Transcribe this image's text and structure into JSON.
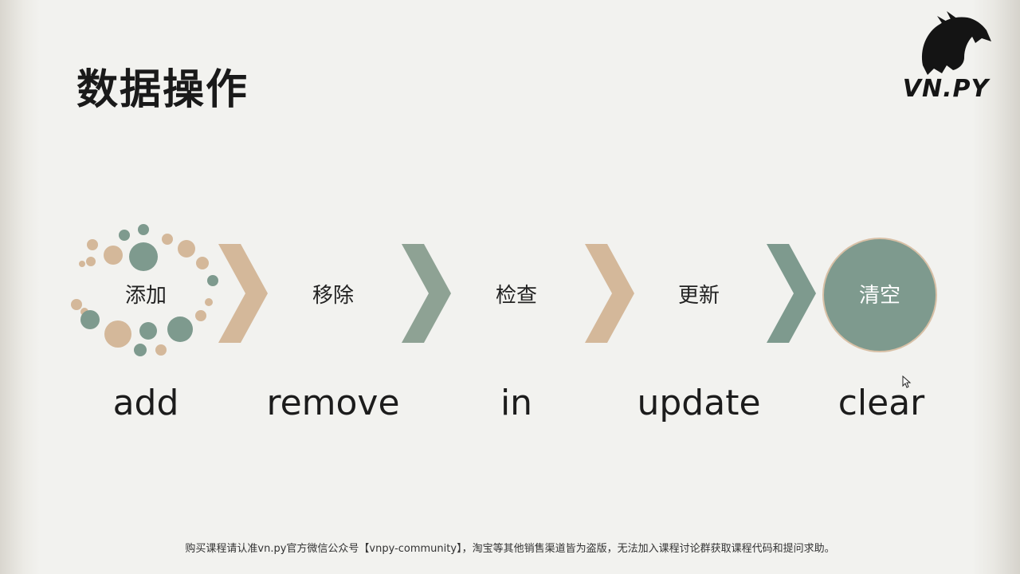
{
  "title": "数据操作",
  "logo": {
    "icon": "horse-head-icon",
    "text": "VN.PY"
  },
  "steps": [
    {
      "label": "添加",
      "method": "add"
    },
    {
      "label": "移除",
      "method": "remove"
    },
    {
      "label": "检查",
      "method": "in"
    },
    {
      "label": "更新",
      "method": "update"
    },
    {
      "label": "清空",
      "method": "clear"
    }
  ],
  "colors": {
    "tan": "#d4b89a",
    "sage": "#7e9a8e",
    "text": "#1c1c1c"
  },
  "footer": "购买课程请认准vn.py官方微信公众号【vnpy-community】，淘宝等其他销售渠道皆为盗版，无法加入课程讨论群获取课程代码和提问求助。"
}
